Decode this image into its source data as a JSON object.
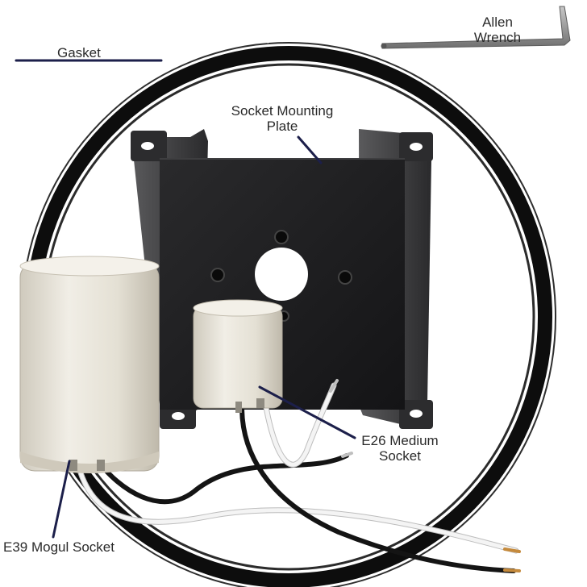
{
  "labels": {
    "gasket": "Gasket",
    "allen_wrench_line1": "Allen",
    "allen_wrench_line2": "Wrench",
    "socket_plate_line1": "Socket Mounting",
    "socket_plate_line2": "Plate",
    "e26_line1": "E26 Medium",
    "e26_line2": "Socket",
    "e39": "E39 Mogul Socket"
  },
  "colors": {
    "background": "#ffffff",
    "leader_line": "#1c1f4a",
    "gasket": "#111111",
    "plate": "#1d1d1f",
    "porcelain": "#e6e2d6",
    "wire_white": "#f2f2f2",
    "wire_black": "#141414",
    "wrench": "#8a8a8a"
  }
}
